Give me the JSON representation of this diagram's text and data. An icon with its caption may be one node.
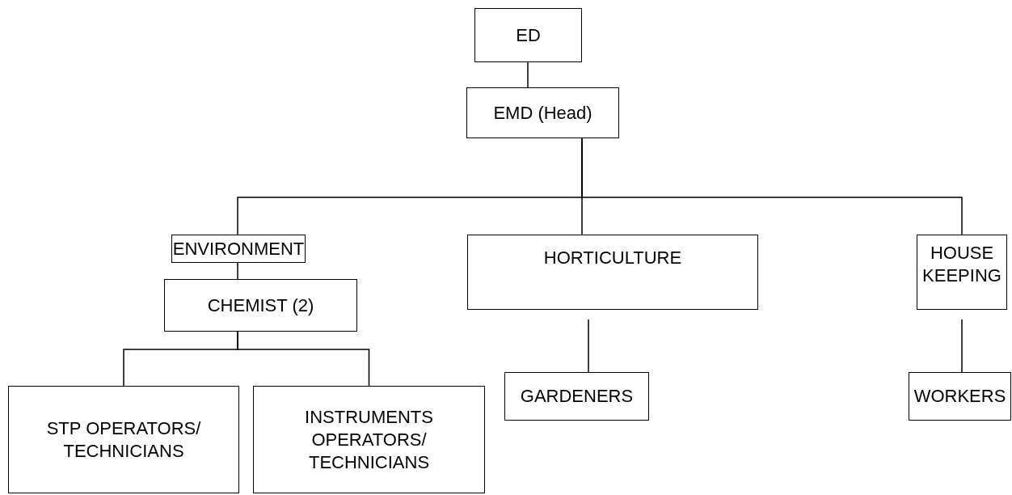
{
  "diagram": {
    "nodes": [
      {
        "text": [
          "ED"
        ]
      },
      {
        "text": [
          "EMD (Head)"
        ]
      },
      {
        "text": [
          "ENVIRONMENT"
        ]
      },
      {
        "text": [
          "HORTICULTURE"
        ]
      },
      {
        "text": [
          "HOUSE KEEPING"
        ]
      },
      {
        "text": [
          "CHEMIST (2)"
        ]
      },
      {
        "text": [
          "STP OPERATORS/ TECHNICIANS"
        ]
      },
      {
        "text": [
          "INSTRUMENTS OPERATORS/ TECHNICIANS"
        ]
      },
      {
        "text": [
          "GARDENERS"
        ]
      },
      {
        "text": [
          "WORKERS"
        ]
      }
    ],
    "edges": [
      {
        "from": 0,
        "to": 1,
        "arrow": "none"
      },
      {
        "from": 1,
        "to": 2,
        "arrow": "none"
      },
      {
        "from": 1,
        "to": 3,
        "arrow": "none"
      },
      {
        "from": 1,
        "to": 4,
        "arrow": "none"
      },
      {
        "from": 2,
        "to": 5,
        "arrow": "none"
      },
      {
        "from": 5,
        "to": 6,
        "arrow": "none"
      },
      {
        "from": 5,
        "to": 7,
        "arrow": "none"
      },
      {
        "from": 3,
        "to": 8,
        "arrow": "none"
      },
      {
        "from": 4,
        "to": 9,
        "arrow": "none"
      }
    ]
  }
}
